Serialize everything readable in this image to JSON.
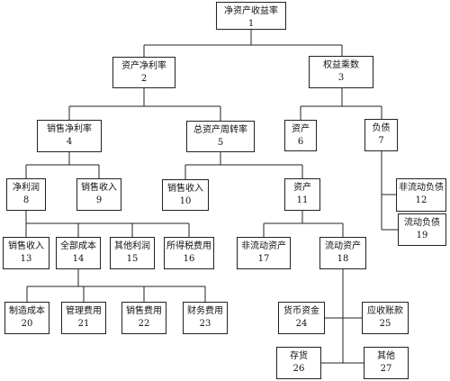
{
  "nodes": [
    {
      "id": "n1",
      "label": "净资产收益率",
      "number": "1"
    },
    {
      "id": "n2",
      "label": "资产净利率",
      "number": "2"
    },
    {
      "id": "n3",
      "label": "权益乘数",
      "number": "3"
    },
    {
      "id": "n4",
      "label": "销售净利率",
      "number": "4"
    },
    {
      "id": "n5",
      "label": "总资产周转率",
      "number": "5"
    },
    {
      "id": "n6",
      "label": "资产",
      "number": "6"
    },
    {
      "id": "n7",
      "label": "负债",
      "number": "7"
    },
    {
      "id": "n8",
      "label": "净利润",
      "number": "8"
    },
    {
      "id": "n9",
      "label": "销售收入",
      "number": "9"
    },
    {
      "id": "n10",
      "label": "销售收入",
      "number": "10"
    },
    {
      "id": "n11",
      "label": "资产",
      "number": "11"
    },
    {
      "id": "n12",
      "label": "非流动负债",
      "number": "12"
    },
    {
      "id": "n13",
      "label": "销售收入",
      "number": "13"
    },
    {
      "id": "n14",
      "label": "全部成本",
      "number": "14"
    },
    {
      "id": "n15",
      "label": "其他利润",
      "number": "15"
    },
    {
      "id": "n16",
      "label": "所得税费用",
      "number": "16"
    },
    {
      "id": "n17",
      "label": "非流动资产",
      "number": "17"
    },
    {
      "id": "n18",
      "label": "流动资产",
      "number": "18"
    },
    {
      "id": "n19",
      "label": "流动负债",
      "number": "19"
    },
    {
      "id": "n20",
      "label": "制造成本",
      "number": "20"
    },
    {
      "id": "n21",
      "label": "管理费用",
      "number": "21"
    },
    {
      "id": "n22",
      "label": "销售费用",
      "number": "22"
    },
    {
      "id": "n23",
      "label": "财务费用",
      "number": "23"
    },
    {
      "id": "n24",
      "label": "货币资金",
      "number": "24"
    },
    {
      "id": "n25",
      "label": "应收账款",
      "number": "25"
    },
    {
      "id": "n26",
      "label": "存货",
      "number": "26"
    },
    {
      "id": "n27",
      "label": "其他",
      "number": "27"
    }
  ],
  "colors": {
    "line": "#222222",
    "box_border": "#222222",
    "text": "#111111",
    "background": "#ffffff"
  }
}
